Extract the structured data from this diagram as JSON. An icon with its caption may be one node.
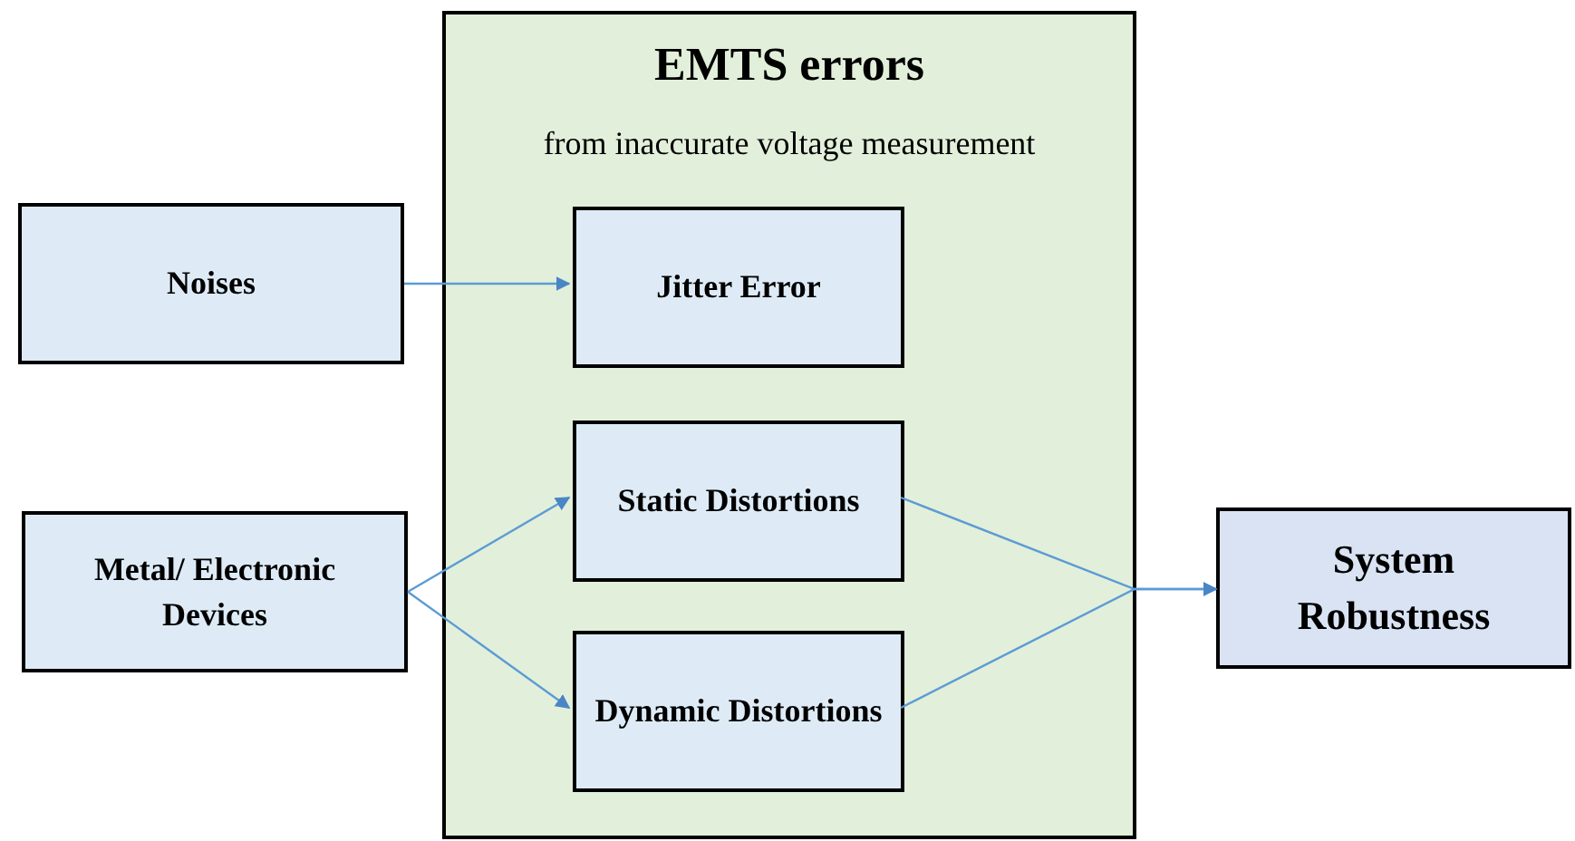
{
  "diagram": {
    "nodes": [
      {
        "text": [
          "EMTS errors",
          "from inaccurate voltage measurement"
        ]
      },
      {
        "text": [
          "Noises"
        ]
      },
      {
        "text": [
          "Jitter Error"
        ],
        "in": 0
      },
      {
        "text": [
          "Metal/ Electronic Devices"
        ]
      },
      {
        "text": [
          "Static Distortions"
        ],
        "in": 0
      },
      {
        "text": [
          "Dynamic Distortions"
        ],
        "in": 0
      },
      {
        "text": [
          "System Robustness"
        ]
      }
    ],
    "edges": [
      {
        "from": 1,
        "to": 2,
        "arrow": "to"
      },
      {
        "from": 3,
        "to": 4,
        "arrow": "to"
      },
      {
        "from": 3,
        "to": 5,
        "arrow": "to"
      },
      {
        "from": 4,
        "to": 6,
        "arrow": "to"
      },
      {
        "from": 5,
        "to": 6,
        "arrow": "to"
      }
    ]
  }
}
